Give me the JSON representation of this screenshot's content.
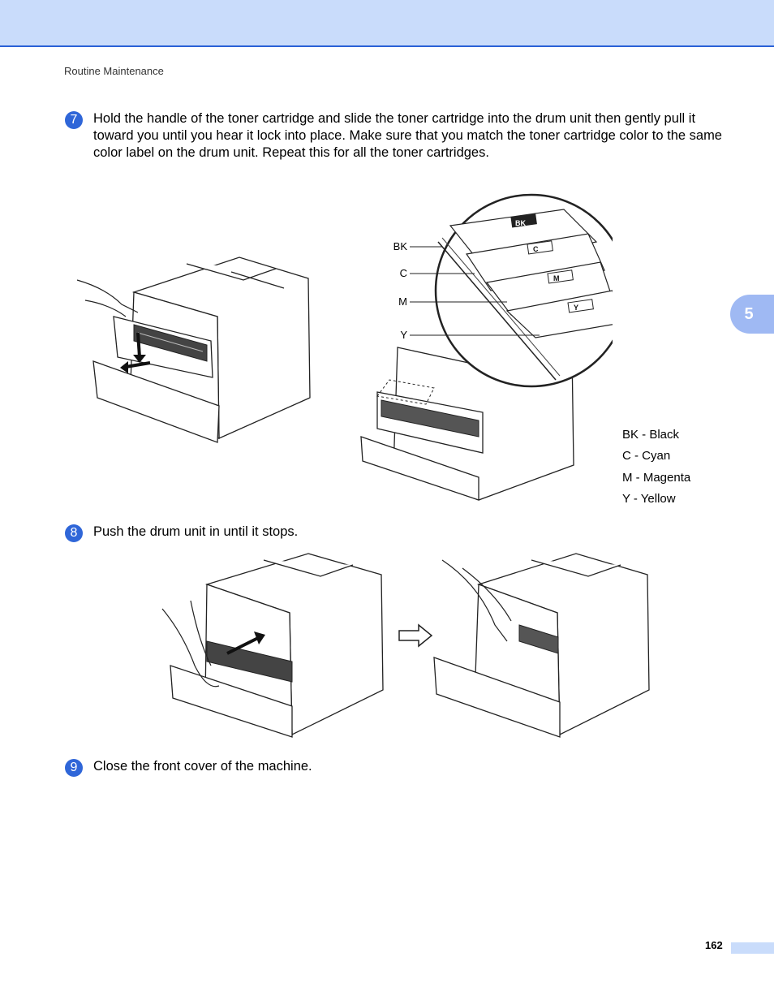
{
  "header": {
    "running_head": "Routine Maintenance"
  },
  "chapter_tab": "5",
  "steps": [
    {
      "number": "7",
      "text": "Hold the handle of the toner cartridge and slide the toner cartridge into the drum unit then gently pull it toward you until you hear it lock into place. Make sure that you match the toner cartridge color to the same color label on the drum unit. Repeat this for all the toner cartridges."
    },
    {
      "number": "8",
      "text": "Push the drum unit in until it stops."
    },
    {
      "number": "9",
      "text": "Close the front cover of the machine."
    }
  ],
  "callouts": [
    "BK",
    "C",
    "M",
    "Y"
  ],
  "cartridge_labels": [
    "BK",
    "C",
    "M",
    "Y"
  ],
  "legend": [
    "BK - Black",
    "C - Cyan",
    "M - Magenta",
    "Y - Yellow"
  ],
  "footer": {
    "page_number": "162"
  }
}
